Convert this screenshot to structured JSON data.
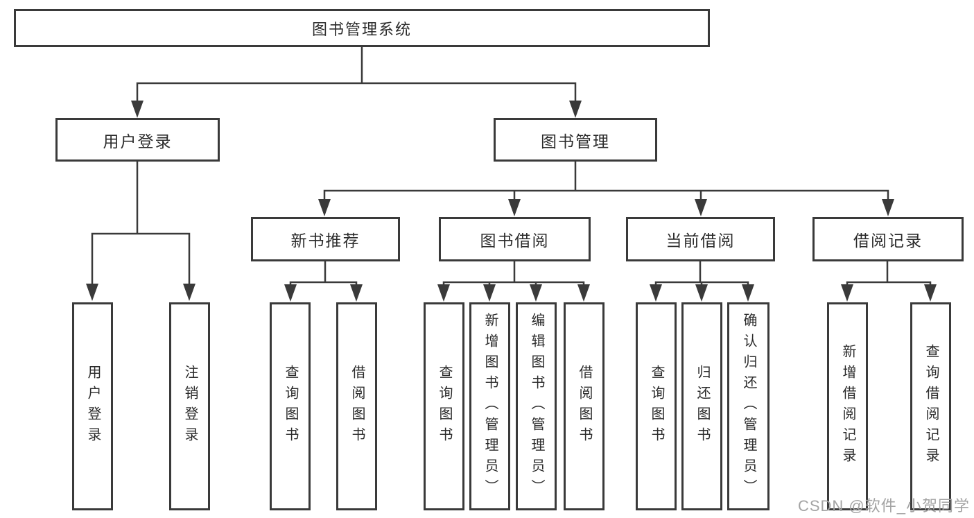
{
  "nodes": {
    "root": "图书管理系统",
    "level2": [
      "用户登录",
      "图书管理"
    ],
    "level3": [
      "新书推荐",
      "图书借阅",
      "当前借阅",
      "借阅记录"
    ],
    "leaves_login": [
      "用户登录",
      "注销登录"
    ],
    "leaves_recommend": [
      "查询图书",
      "借阅图书"
    ],
    "leaves_borrow": [
      "查询图书",
      "新增图书（管理员）",
      "编辑图书（管理员）",
      "借阅图书"
    ],
    "leaves_current": [
      "查询图书",
      "归还图书",
      "确认归还（管理员）"
    ],
    "leaves_record": [
      "新增借阅记录",
      "查询借阅记录"
    ]
  },
  "watermark": {
    "text": "CSDN @软件_小贺同学"
  },
  "colors": {
    "line": "#3a3a3a",
    "box_border": "#3a3a3a",
    "text": "#2b2b2b",
    "watermark": "#a3a3a3",
    "background": "#ffffff"
  }
}
